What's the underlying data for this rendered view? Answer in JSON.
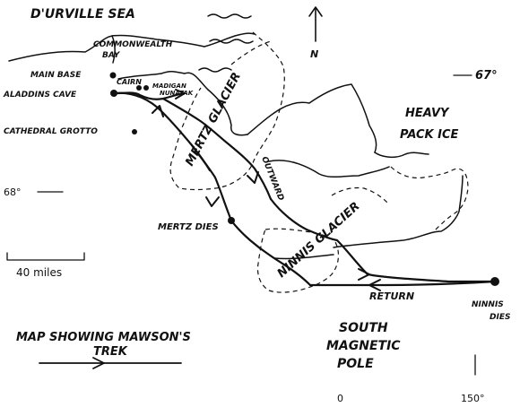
{
  "labels": {
    "sea": "D'URVILLE SEA",
    "bay_line1": "COMMONWEALTH",
    "bay_line2": "BAY",
    "main_base": "MAIN BASE",
    "cairn": "CAIRN",
    "aladdins_cave": "ALADDINS CAVE",
    "madigan_nunatak_line1": "MADIGAN",
    "madigan_nunatak_line2": "NUNATAK",
    "cathedral_grotto": "CATHEDRAL GROTTO",
    "mertz_glacier": "MERTZ GLACIER",
    "outward": "OUTWARD",
    "heavy_pack_ice_line1": "HEAVY",
    "heavy_pack_ice_line2": "PACK ICE",
    "ninnis_glacier": "NINNIS GLACIER",
    "mertz_dies": "MERTZ DIES",
    "return": "RETURN",
    "ninnis_dies_line1": "NINNIS",
    "ninnis_dies_line2": "DIES",
    "legend_line1": "MAP SHOWING MAWSON'S",
    "legend_line2": "TREK",
    "pole_line1": "SOUTH",
    "pole_line2": "MAGNETIC",
    "pole_line3": "POLE",
    "north": "N",
    "lat_67": "67°",
    "lat_68": "68°",
    "lon_0": "0",
    "lon_150": "150°",
    "scale": "40 miles"
  }
}
